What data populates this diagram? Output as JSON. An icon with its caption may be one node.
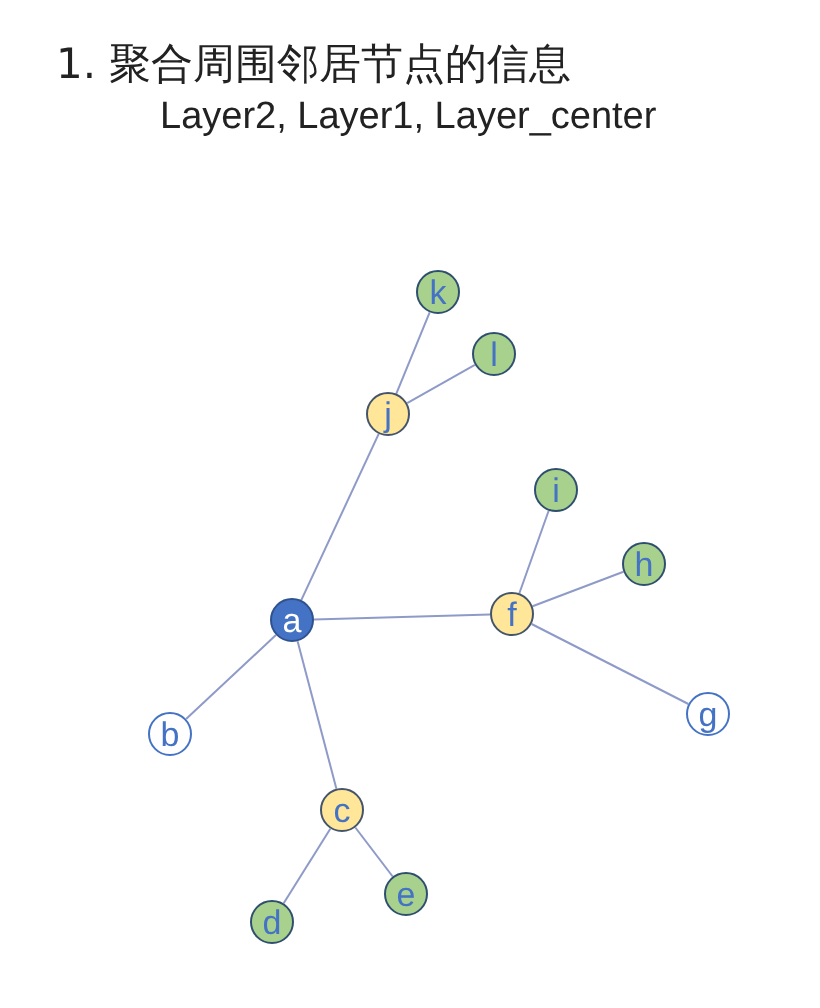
{
  "diagram": {
    "title": "1. 聚合周围邻居节点的信息",
    "nodes": [
      {
        "text": [
          "k"
        ]
      },
      {
        "text": [
          "l"
        ]
      },
      {
        "text": [
          "j"
        ]
      },
      {
        "text": [
          "i"
        ]
      },
      {
        "text": [
          "h"
        ]
      },
      {
        "text": [
          "a"
        ]
      },
      {
        "text": [
          "f"
        ]
      },
      {
        "text": [
          "b"
        ]
      },
      {
        "text": [
          "g"
        ]
      },
      {
        "text": [
          "c"
        ]
      },
      {
        "text": [
          "e"
        ]
      },
      {
        "text": [
          "d"
        ]
      }
    ],
    "edges": [
      {
        "from": 2,
        "to": 0,
        "arrow": "none"
      },
      {
        "from": 2,
        "to": 1,
        "arrow": "none"
      },
      {
        "from": 5,
        "to": 2,
        "arrow": "none"
      },
      {
        "from": 5,
        "to": 6,
        "arrow": "none"
      },
      {
        "from": 6,
        "to": 3,
        "arrow": "none"
      },
      {
        "from": 6,
        "to": 4,
        "arrow": "none"
      },
      {
        "from": 6,
        "to": 8,
        "arrow": "none"
      },
      {
        "from": 5,
        "to": 7,
        "arrow": "none"
      },
      {
        "from": 5,
        "to": 9,
        "arrow": "none"
      },
      {
        "from": 9,
        "to": 11,
        "arrow": "none"
      },
      {
        "from": 9,
        "to": 10,
        "arrow": "none"
      }
    ],
    "labels": [
      "Layer2, Layer1, Layer_center"
    ]
  }
}
